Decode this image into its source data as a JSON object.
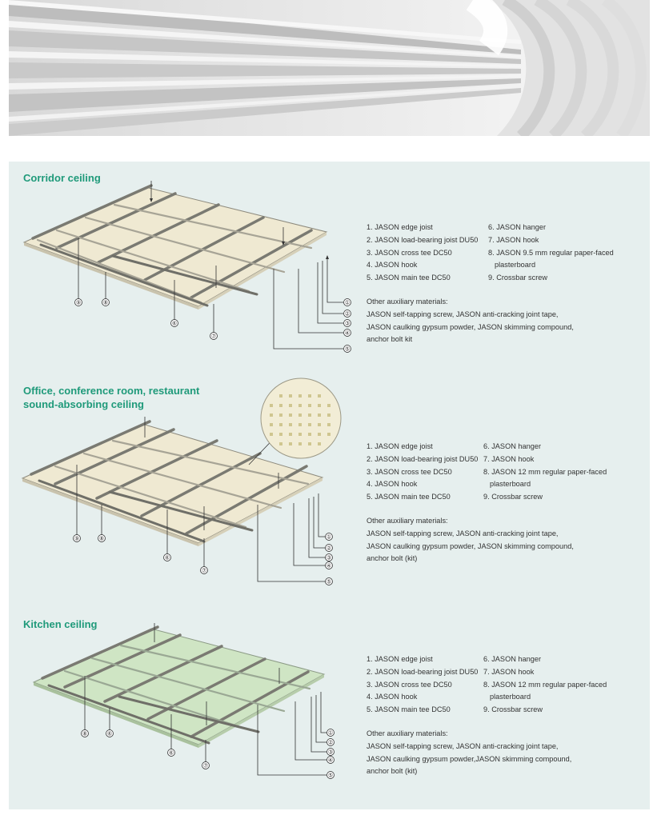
{
  "sections": [
    {
      "title": "Corridor ceiling",
      "items_left": [
        "1. JASON edge joist",
        "2. JASON load-bearing joist DU50",
        "3. JASON cross tee DC50",
        "4. JASON hook",
        "5. JASON main tee DC50"
      ],
      "items_right": [
        "6. JASON hanger",
        "7. JASON hook",
        "8. JASON 9.5 mm regular paper-faced",
        "plasterboard",
        "9. Crossbar screw"
      ],
      "aux_title": "Other auxiliary materials:",
      "aux_lines": [
        "JASON self-tapping screw, JASON anti-cracking joint tape,",
        "JASON caulking gypsum powder, JASON skimming compound,",
        "anchor bolt kit"
      ]
    },
    {
      "title_line1": "Office, conference room, restaurant",
      "title_line2": "sound-absorbing ceiling",
      "items_left": [
        "1. JASON edge joist",
        "2. JASON load-bearing joist DU50",
        "3. JASON cross tee DC50",
        "4. JASON hook",
        "5. JASON main tee DC50"
      ],
      "items_right": [
        "6. JASON hanger",
        "7. JASON hook",
        "8. JASON 12 mm regular paper-faced",
        "plasterboard",
        "9. Crossbar screw"
      ],
      "aux_title": "Other auxiliary materials:",
      "aux_lines": [
        "JASON self-tapping screw, JASON anti-cracking joint tape,",
        "JASON caulking gypsum powder, JASON skimming compound,",
        "anchor bolt (kit)"
      ]
    },
    {
      "title": "Kitchen ceiling",
      "items_left": [
        "1. JASON edge joist",
        "2. JASON load-bearing joist DU50",
        "3. JASON cross tee DC50",
        "4. JASON hook",
        "5. JASON main tee DC50"
      ],
      "items_right": [
        "6. JASON hanger",
        "7. JASON hook",
        "8. JASON 12 mm regular paper-faced",
        "plasterboard",
        "9. Crossbar screw"
      ],
      "aux_title": "Other auxiliary materials:",
      "aux_lines": [
        "JASON self-tapping screw, JASON anti-cracking joint tape,",
        "JASON caulking gypsum powder,JASON skimming compound,",
        "anchor bolt (kit)"
      ]
    }
  ],
  "callouts": {
    "n1": "①",
    "n2": "②",
    "n3": "③",
    "n4": "④",
    "n5": "⑤",
    "n6": "⑥",
    "n7": "⑦",
    "n8": "⑧",
    "n9": "⑨"
  },
  "colors": {
    "title": "#1f9a7a",
    "panel": "#e6efee",
    "board_cream": "#efe9d2",
    "board_green": "#cfe5c4"
  }
}
